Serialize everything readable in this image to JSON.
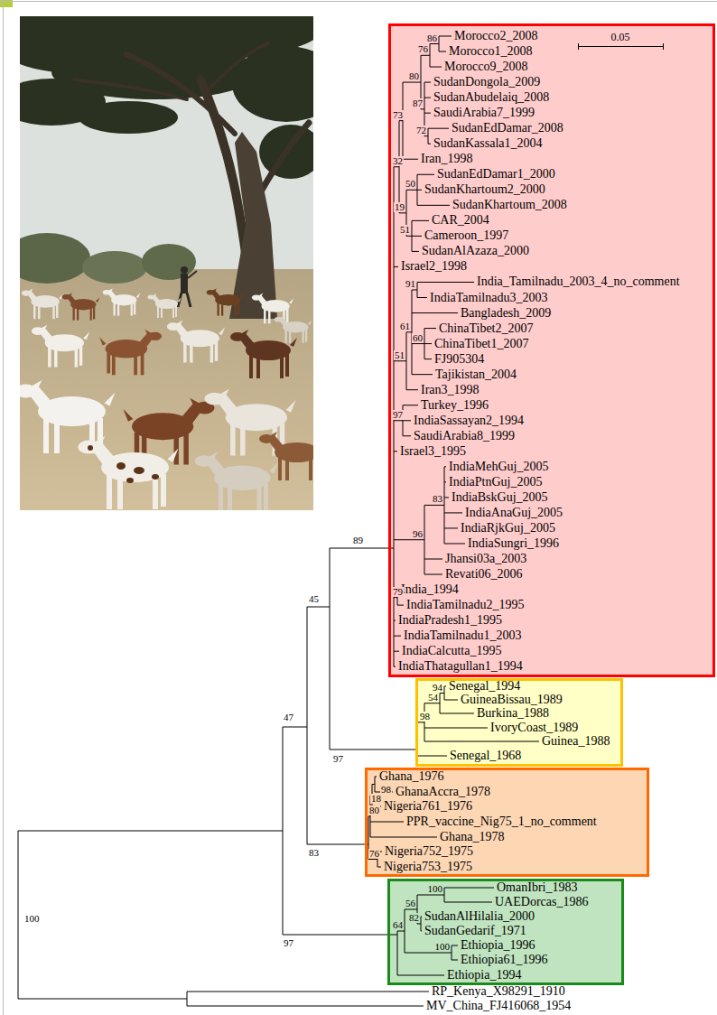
{
  "diagram": {
    "nodes": [
      {
        "text": [
          "Morocco2_2008",
          "Morocco1_2008",
          "Morocco9_2008",
          "SudanDongola_2009",
          "SudanAbudelaiq_2008",
          "SaudiArabia7_1999",
          "SudanEdDamar_2008",
          "SudanKassala1_2004",
          "Iran_1998",
          "SudanEdDamar1_2000",
          "SudanKhartoum2_2000",
          "SudanKhartoum_2008",
          "CAR_2004",
          "Cameroon_1997",
          "SudanAlAzaza_2000",
          "Israel2_1998",
          "India_Tamilnadu_2003_4_no_comment",
          "IndiaTamilnadu3_2003",
          "Bangladesh_2009",
          "ChinaTibet2_2007",
          "ChinaTibet1_2007",
          "FJ905304",
          "Tajikistan_2004",
          "Iran3_1998",
          "Turkey_1996",
          "IndiaSassayan2_1994",
          "SaudiArabia8_1999",
          "Israel3_1995",
          "IndiaMehGuj_2005",
          "IndiaPtnGuj_2005",
          "IndiaBskGuj_2005",
          "IndiaAnaGuj_2005",
          "IndiaRjkGuj_2005",
          "IndiaSungri_1996",
          "Jhansi03a_2003",
          "Revati06_2006",
          "India_1994",
          "IndiaTamilnadu2_1995",
          "IndiaPradesh1_1995",
          "IndiaTamilnadu1_2003",
          "IndiaCalcutta_1995",
          "IndiaThatagullan1_1994"
        ]
      },
      {
        "text": [
          "Senegal_1994",
          "GuineaBissau_1989",
          "Burkina_1988",
          "IvoryCoast_1989",
          "Guinea_1988",
          "Senegal_1968"
        ]
      },
      {
        "text": [
          "Ghana_1976",
          "GhanaAccra_1978",
          "Nigeria761_1976",
          "PPR_vaccine_Nig75_1_no_comment",
          "Ghana_1978",
          "Nigeria752_1975",
          "Nigeria753_1975"
        ]
      },
      {
        "text": [
          "OmanIbri_1983",
          "UAEDorcas_1986",
          "SudanAlHilalia_2000",
          "SudanGedarif_1971",
          "Ethiopia_1996",
          "Ethiopia61_1996",
          "Ethiopia_1994"
        ]
      }
    ],
    "labels": [
      "0.05",
      "86",
      "76",
      "72",
      "87",
      "80",
      "73",
      "50",
      "51",
      "19",
      "32",
      "91",
      "60",
      "61",
      "51",
      "97",
      "83",
      "96",
      "79",
      "89",
      "45",
      "47",
      "94",
      "54",
      "98",
      "97",
      "98",
      "18",
      "80",
      "76",
      "83",
      "100",
      "82",
      "56",
      "100",
      "64",
      "97",
      "100",
      "RP_Kenya_X98291_1910",
      "MV_China_FJ416068_1954"
    ]
  }
}
